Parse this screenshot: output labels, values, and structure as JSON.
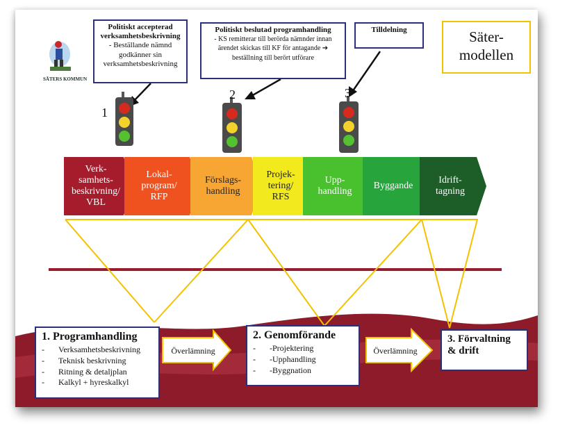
{
  "title": "Säter-\nmodellen",
  "logo": {
    "text": "SÄTERS KOMMUN"
  },
  "callouts": [
    {
      "title": "Politiskt accepterad verksamhetsbeskrivning",
      "body": "- Beställande nämnd godkänner sin verksamhetsbeskrivning"
    },
    {
      "title": "Politiskt beslutad programhandling",
      "body": "- KS remitterar till berörda nämnder innan ärendet skickas till KF för antagande ➔ beställning till berört utförare"
    },
    {
      "title": "Tilldelning",
      "body": ""
    }
  ],
  "numbers": [
    "1",
    "2",
    "3"
  ],
  "steps": [
    {
      "label": "Verk-\nsamhets-\nbeskrivning/\nVBL",
      "color": "#a51c2c"
    },
    {
      "label": "Lokal-\nprogram/\nRFP",
      "color": "#f0521f"
    },
    {
      "label": "Förslags-\nhandling",
      "color": "#f7a533"
    },
    {
      "label": "Projek-\ntering/\nRFS",
      "color": "#f2ea1c"
    },
    {
      "label": "Upp-\nhandling",
      "color": "#49c12f"
    },
    {
      "label": "Byggande",
      "color": "#28a43c"
    },
    {
      "label": "Idrift-\ntagning",
      "color": "#1d5e28"
    }
  ],
  "phases": [
    {
      "title": "1. Programhandling",
      "items": [
        "Verksamhetsbeskrivning",
        "Teknisk beskrivning",
        "Ritning & detaljplan",
        "Kalkyl + hyreskalkyl"
      ]
    },
    {
      "title": "2. Genomförande",
      "items": [
        "-Projektering",
        "-Upphandling",
        "-Byggnation"
      ]
    },
    {
      "title": "3. Förvaltning & drift",
      "items": []
    }
  ],
  "handover": [
    "Överlämning",
    "Överlämning"
  ],
  "colors": {
    "border": "#2b2f7a",
    "yellow_line": "#f2c200",
    "red_line": "#9b1b2e",
    "wave": "#8e1b2a"
  }
}
